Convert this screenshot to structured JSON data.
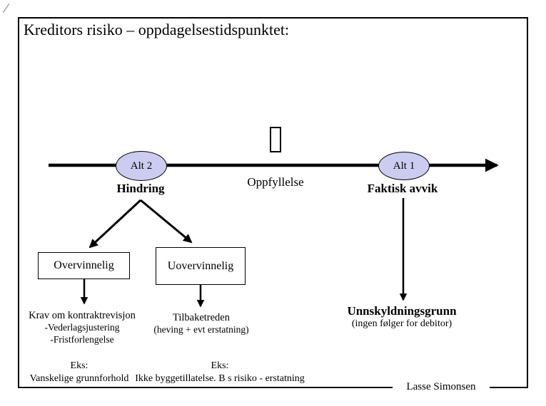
{
  "slide": {
    "title": "Kreditors risiko – oppdagelsestidspunktet:",
    "author": "Lasse Simonsen"
  },
  "colors": {
    "ellipse_fill": "#ccccf0"
  },
  "timeline": {
    "alt2": "Alt 2",
    "alt1": "Alt 1",
    "hindring": "Hindring",
    "oppfyllelse": "Oppfyllelse",
    "faktisk_avvik": "Faktisk avvik"
  },
  "branches": {
    "overvinnelig": {
      "box": "Overvinnelig",
      "outcome": [
        "Krav om kontraktrevisjon",
        "-Vederlagsjustering",
        "-Fristforlengelse"
      ],
      "eks_heading": "Eks:",
      "eks_text": "Vanskelige grunnforhold"
    },
    "uovervinnelig": {
      "box": "Uovervinnelig",
      "outcome_title": "Tilbaketreden",
      "outcome_sub": "(heving + evt erstatning)",
      "eks_heading": "Eks:",
      "eks_text": "Ikke byggetillatelse. B s risiko - erstatning"
    },
    "faktisk_avvik": {
      "outcome_title": "Unnskyldningsgrunn",
      "outcome_sub": "(ingen følger for debitor)"
    }
  }
}
